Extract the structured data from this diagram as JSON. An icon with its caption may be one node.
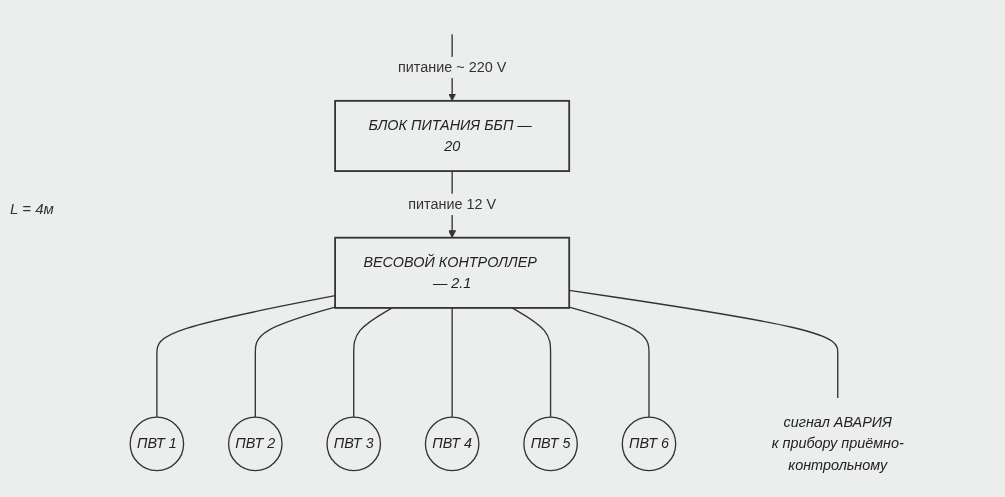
{
  "diagram": {
    "nodes": [
      {
        "text": [
          "ВЕСОВОЙ КОНТРОЛЛЕР — 2.1"
        ]
      },
      {
        "text": [
          "БЛОК ПИТАНИЯ ББП — 20"
        ]
      },
      {
        "text": [
          "ПВТ 1"
        ]
      },
      {
        "text": [
          "ПВТ 2"
        ]
      },
      {
        "text": [
          "ПВТ 3"
        ]
      },
      {
        "text": [
          "ПВТ 4"
        ]
      },
      {
        "text": [
          "ПВТ 5"
        ]
      },
      {
        "text": [
          "ПВТ 6"
        ]
      },
      {
        "text": [
          "сигнал АВАРИЯ",
          "к прибору приёмно-контрольному"
        ]
      }
    ],
    "edges": [
      {
        "from": 0,
        "to": 2,
        "arrow": "none"
      },
      {
        "from": 0,
        "to": 3,
        "arrow": "none"
      },
      {
        "from": 0,
        "to": 4,
        "arrow": "none"
      },
      {
        "from": 0,
        "to": 5,
        "arrow": "none"
      },
      {
        "from": 0,
        "to": 6,
        "arrow": "none"
      },
      {
        "from": 0,
        "to": 7,
        "arrow": "none"
      },
      {
        "from": 0,
        "to": 8,
        "arrow": "none"
      },
      {
        "from": 1,
        "to": 0,
        "arrow": "to",
        "label": "питание 12 V"
      },
      {
        "from": null,
        "to": 1,
        "arrow": "to",
        "label": "питание ~ 220 V"
      }
    ],
    "labels": [
      "L = 4м"
    ]
  }
}
